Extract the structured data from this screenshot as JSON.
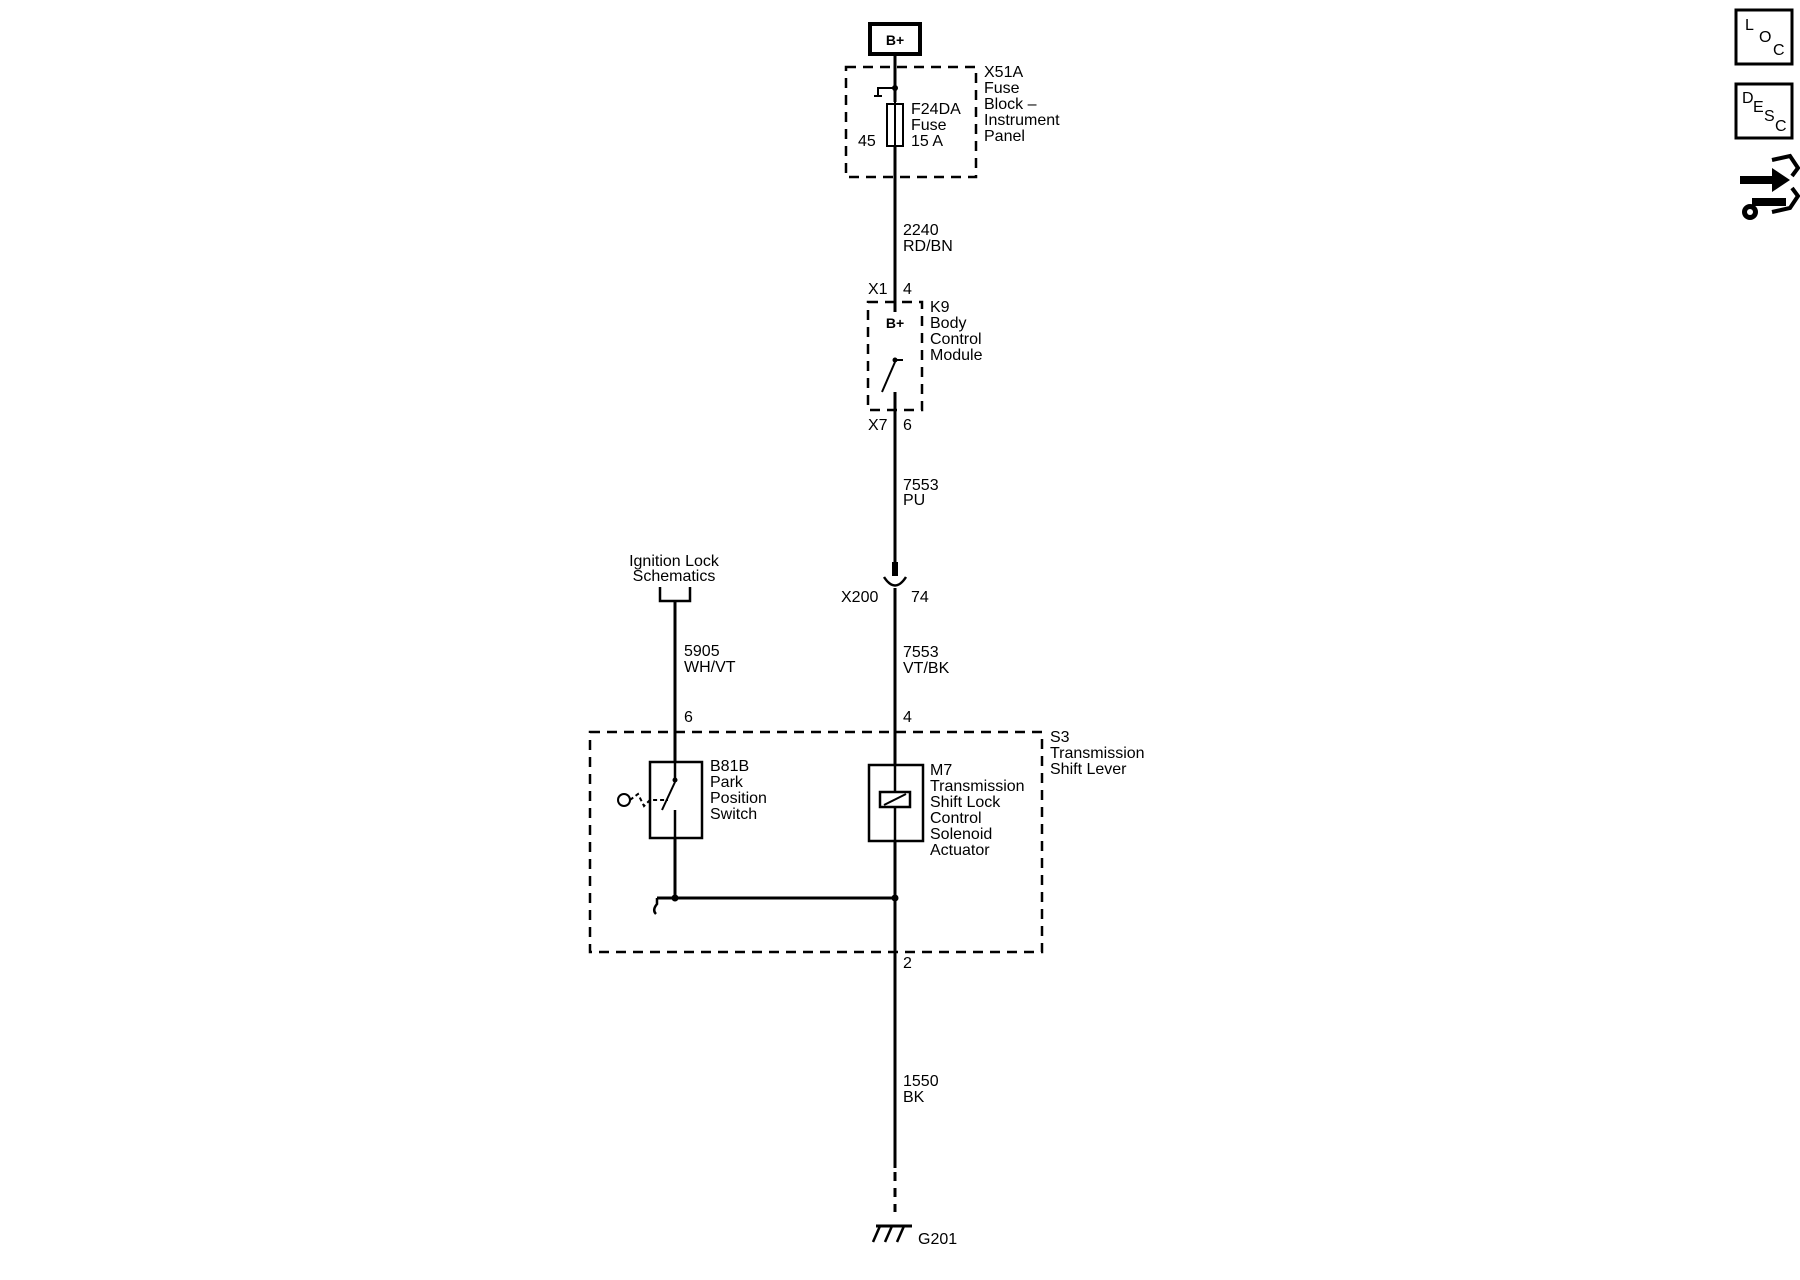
{
  "power_source": {
    "label": "B+"
  },
  "fuse_block": {
    "name": [
      "X51A",
      "Fuse",
      "Block –",
      "Instrument",
      "Panel"
    ],
    "fuse_name": [
      "F24DA",
      "Fuse",
      "15 A"
    ],
    "pin": "45"
  },
  "wire_2240": {
    "circuit": "2240",
    "color": "RD/BN"
  },
  "bcm": {
    "name": [
      "K9",
      "Body",
      "Control",
      "Module"
    ],
    "connector_in": "X1",
    "pin_in": "4",
    "internal_label": "B+",
    "connector_out": "X7",
    "pin_out": "6"
  },
  "wire_7553_pu": {
    "circuit": "7553",
    "color": "PU"
  },
  "inline_connector": {
    "name": "X200",
    "pin": "74"
  },
  "wire_7553_vtbk": {
    "circuit": "7553",
    "color": "VT/BK"
  },
  "ignition_ref": {
    "label": [
      "Ignition Lock",
      "Schematics"
    ]
  },
  "wire_5905": {
    "circuit": "5905",
    "color": "WH/VT"
  },
  "shift_lever": {
    "name": [
      "S3",
      "Transmission",
      "Shift Lever"
    ],
    "pin_left": "6",
    "pin_right": "4",
    "pin_ground": "2"
  },
  "park_switch": {
    "name": [
      "B81B",
      "Park",
      "Position",
      "Switch"
    ]
  },
  "solenoid": {
    "name": [
      "M7",
      "Transmission",
      "Shift Lock",
      "Control",
      "Solenoid",
      "Actuator"
    ]
  },
  "wire_1550": {
    "circuit": "1550",
    "color": "BK"
  },
  "ground": {
    "name": "G201"
  },
  "side_icons": {
    "loc": [
      "L",
      "O",
      "C"
    ],
    "desc": [
      "D",
      "E",
      "S",
      "C"
    ]
  }
}
